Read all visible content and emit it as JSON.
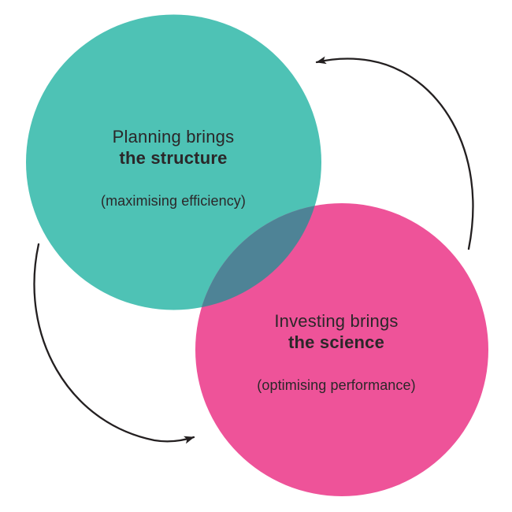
{
  "colors": {
    "background": "#ffffff",
    "teal": "#4EC2B5",
    "pink": "#EE5399",
    "overlap": "#4E8396",
    "arrow": "#231F20",
    "text": "#2B2729"
  },
  "planning": {
    "title_line1": "Planning brings",
    "title_line2": "the structure",
    "subtitle": "(maximising efficiency)"
  },
  "investing": {
    "title_line1": "Investing brings",
    "title_line2": "the science",
    "subtitle": "(optimising performance)"
  }
}
